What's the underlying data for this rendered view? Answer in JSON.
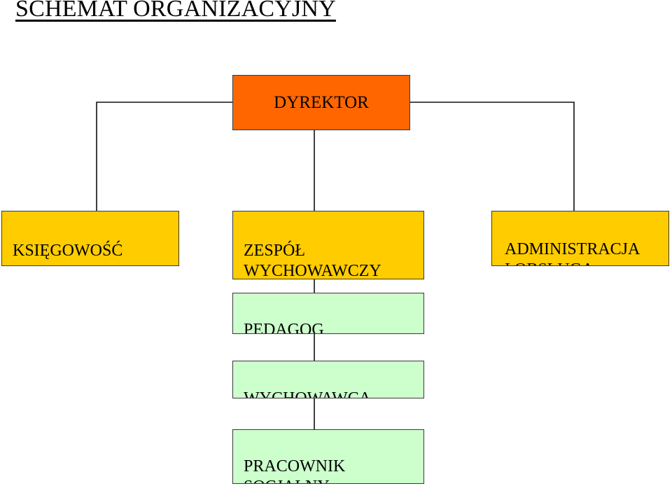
{
  "title": "SCHEMAT ORGANIZACYJNY",
  "director": {
    "label": "DYREKTOR",
    "color": "#ff6600"
  },
  "units": [
    {
      "label": "KSIĘGOWOŚĆ",
      "color": "#ffcc00"
    },
    {
      "label": "ZESPÓŁ\nWYCHOWAWCZY",
      "color": "#ffcc00"
    },
    {
      "label": "ADMINISTRACJA\nI OBSŁUGA",
      "color": "#ffcc00"
    }
  ],
  "subunits": [
    {
      "label": "PEDAGOG",
      "color": "#ccffcc"
    },
    {
      "label": "WYCHOWAWCA",
      "color": "#ccffcc"
    },
    {
      "label": "PRACOWNIK\nSOCJALNY",
      "color": "#ccffcc"
    }
  ]
}
